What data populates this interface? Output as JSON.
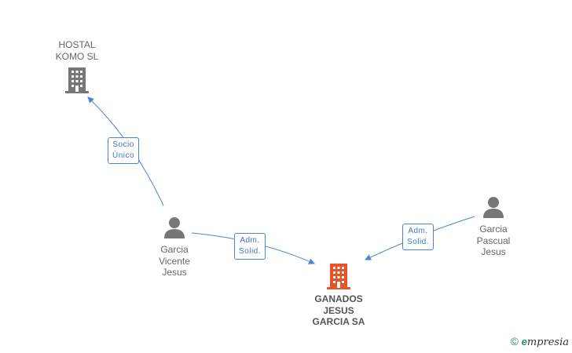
{
  "nodes": {
    "hostal": {
      "label": "HOSTAL\nKOMO SL",
      "type": "company"
    },
    "vicente": {
      "label": "Garcia\nVicente\nJesus",
      "type": "person"
    },
    "pascual": {
      "label": "Garcia\nPascual\nJesus",
      "type": "person"
    },
    "ganados": {
      "label": "GANADOS\nJESUS\nGARCIA SA",
      "type": "company-main"
    }
  },
  "edges": [
    {
      "from": "vicente",
      "to": "hostal",
      "label": "Socio\nÚnico"
    },
    {
      "from": "vicente",
      "to": "ganados",
      "label": "Adm.\nSolid."
    },
    {
      "from": "pascual",
      "to": "ganados",
      "label": "Adm.\nSolid."
    }
  ],
  "colors": {
    "edge": "#4a86d4",
    "company": "#777777",
    "main_company": "#e8542a",
    "person": "#777777"
  },
  "brand": {
    "copyright": "©",
    "initial": "e",
    "name": "mpresia"
  }
}
